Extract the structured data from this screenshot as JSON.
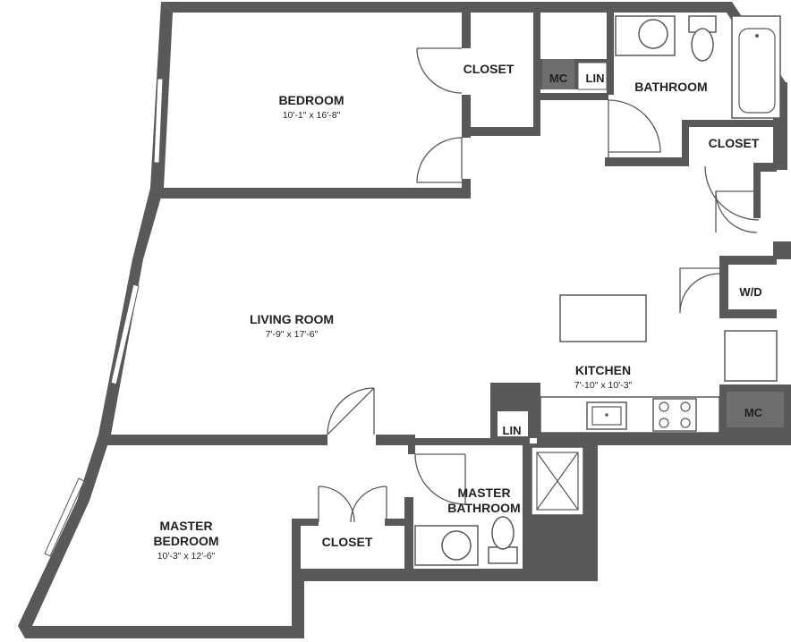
{
  "rooms": {
    "bedroom": {
      "name": "BEDROOM",
      "dims": "10'-1\" x 16'-8\""
    },
    "living_room": {
      "name": "LIVING ROOM",
      "dims": "7'-9\" x 17'-6\""
    },
    "kitchen": {
      "name": "KITCHEN",
      "dims": "7'-10\" x 10'-3\""
    },
    "master_bedroom": {
      "name_line1": "MASTER",
      "name_line2": "BEDROOM",
      "dims": "10'-3\" x 12'-6\""
    },
    "bathroom": {
      "name": "BATHROOM"
    },
    "master_bathroom": {
      "name_line1": "MASTER",
      "name_line2": "BATHROOM"
    },
    "closet_top": {
      "name": "CLOSET"
    },
    "closet_right": {
      "name": "CLOSET"
    },
    "closet_master": {
      "name": "CLOSET"
    }
  },
  "tags": {
    "mc_top": "MC",
    "lin_top": "LIN",
    "wd": "W/D",
    "mc_kitchen": "MC",
    "lin_bottom": "LIN"
  },
  "colors": {
    "wall": "#58595b",
    "background": "#ffffff"
  }
}
